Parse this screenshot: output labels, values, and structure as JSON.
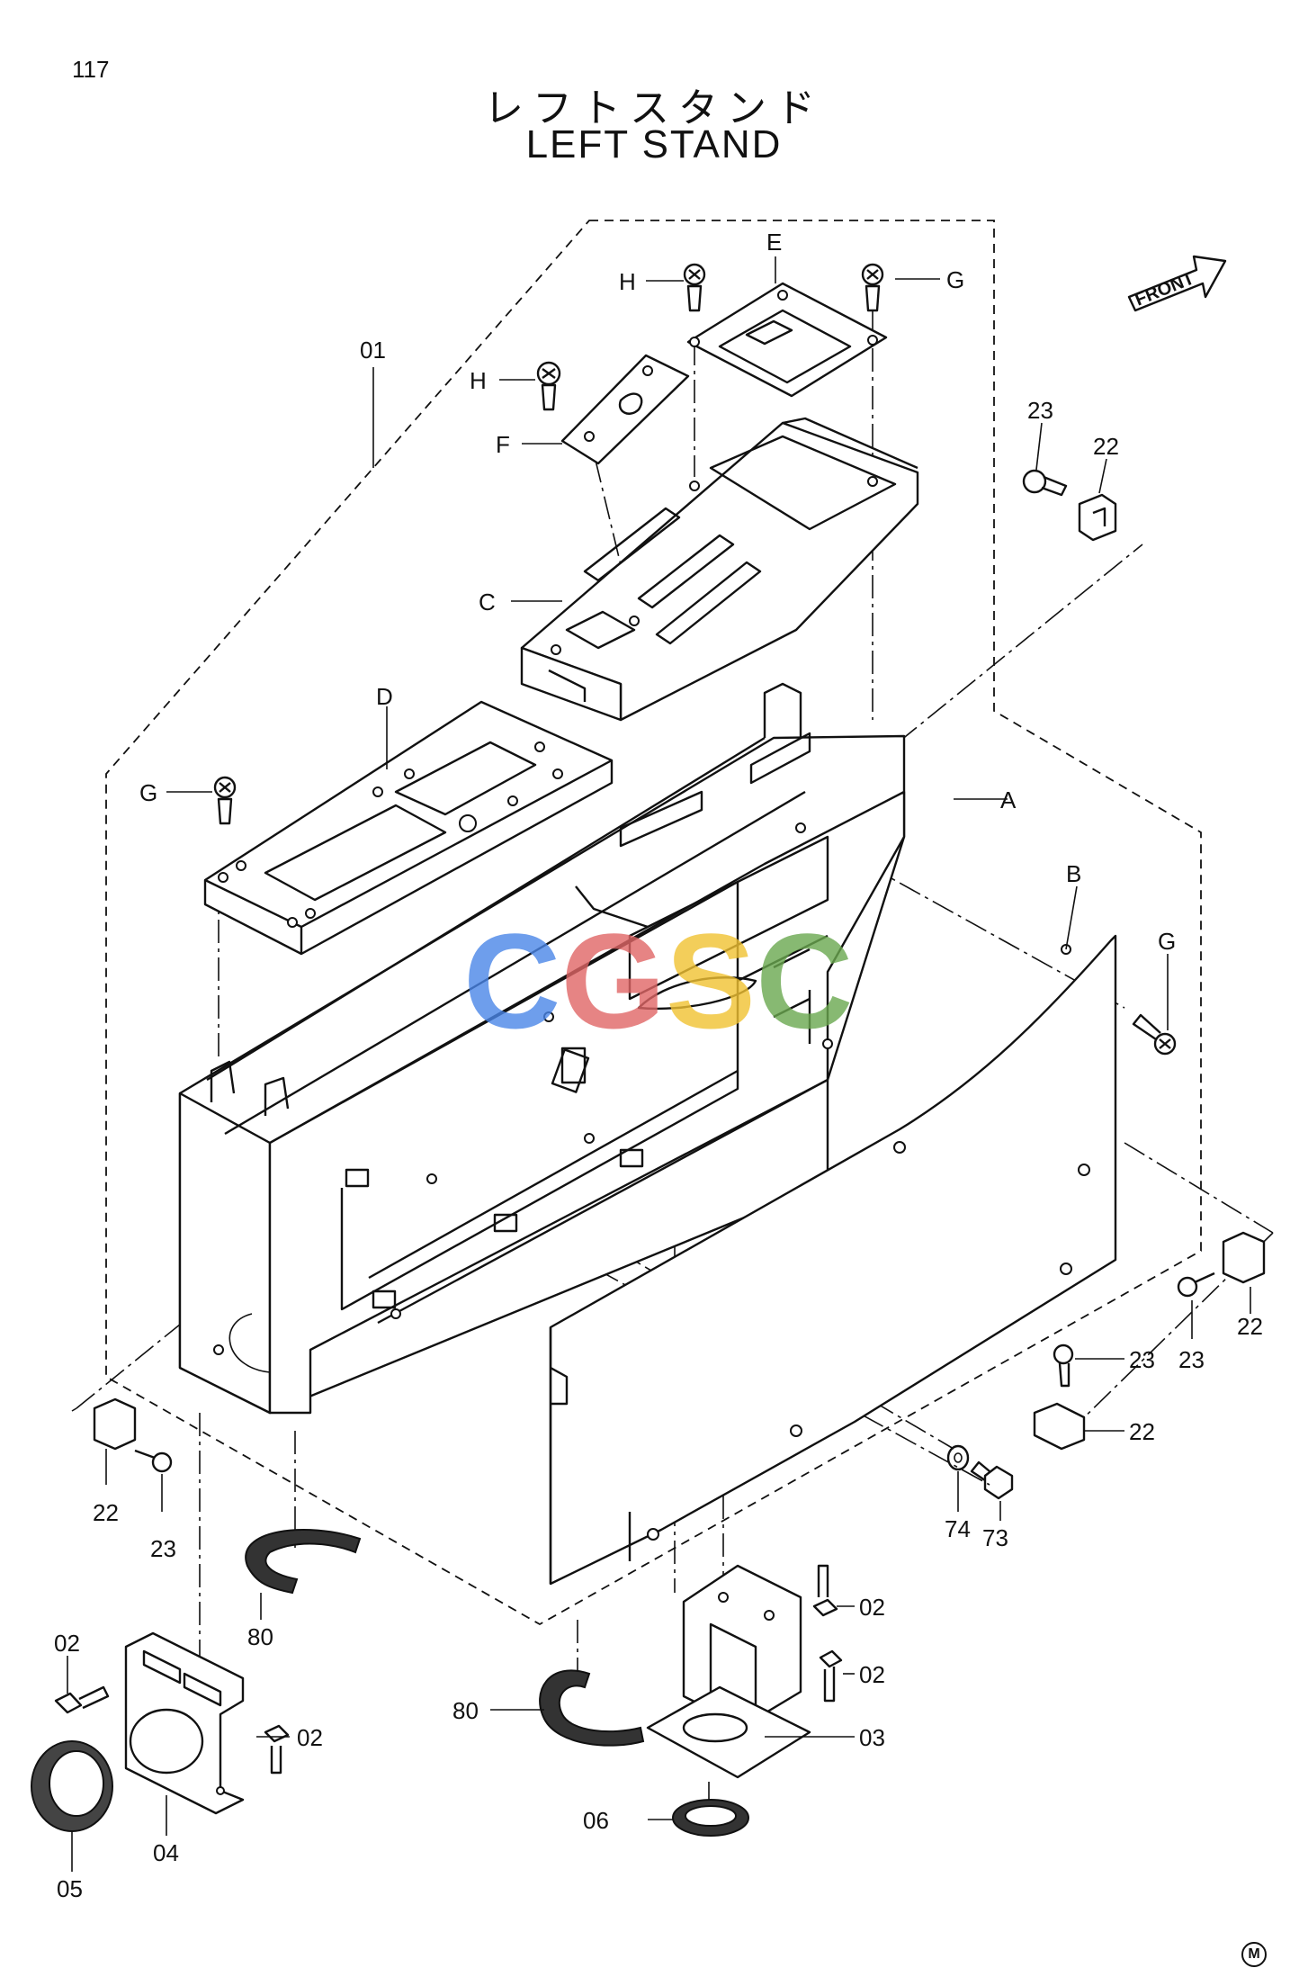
{
  "page_number": "117",
  "title_jp": "レフトスタンド",
  "title_en": "LEFT STAND",
  "front_label": "FRONT",
  "watermark": "CGSC",
  "watermark_colors": [
    "#4a86e8",
    "#e06666",
    "#f1c232",
    "#6aa84f"
  ],
  "mark": "M",
  "labels": {
    "l01": "01",
    "lA": "A",
    "lB": "B",
    "lC": "C",
    "lD": "D",
    "lE": "E",
    "lF": "F",
    "lG1": "G",
    "lG2": "G",
    "lG3": "G",
    "lH1": "H",
    "lH2": "H",
    "l22a": "22",
    "l23a": "23",
    "l22b": "22",
    "l23b": "23",
    "l22c": "22",
    "l23c": "23",
    "l22d": "22",
    "l23d": "23",
    "l02a": "02",
    "l02b": "02",
    "l02c": "02",
    "l02d": "02",
    "l03": "03",
    "l04": "04",
    "l05": "05",
    "l06": "06",
    "l73": "73",
    "l74": "74",
    "l80a": "80",
    "l80b": "80"
  }
}
